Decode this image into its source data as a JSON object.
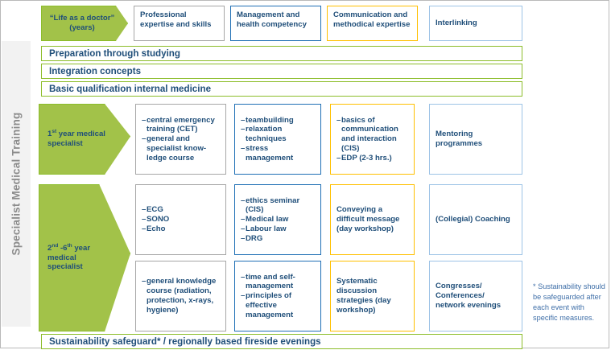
{
  "sidebar": {
    "label": "Specialist Medical Training"
  },
  "colors": {
    "green_fill": "#a2c249",
    "green_border": "#8cbd2a",
    "blue_text": "#1f4e79",
    "blue_border": "#1f6fb5",
    "gold_border": "#ffc000",
    "light_blue_border": "#9dc3e6",
    "grey_border": "#a6a6a6",
    "sidebar_bg": "#f2f2f2",
    "sidebar_text": "#8c8c8c"
  },
  "header": {
    "stage_label": "“Life as a doctor” (years)",
    "stage_line1": "“Life as a doctor”",
    "stage_line2": "(years)",
    "columns": [
      {
        "label": "Professional expertise and skills",
        "style": "grey"
      },
      {
        "label": "Management and health competency",
        "style": "blue"
      },
      {
        "label": "Communication and methodical expertise",
        "style": "gold"
      },
      {
        "label": "Interlinking",
        "style": "light-blue"
      }
    ]
  },
  "bars": [
    {
      "label": "Preparation through studying"
    },
    {
      "label": "Integration concepts"
    },
    {
      "label": "Basic qualification internal medicine"
    }
  ],
  "rows": [
    {
      "stage_html": "1<sup>st</sup> year medical specialist",
      "stage_text": "1st year medical specialist",
      "cells": [
        {
          "style": "grey",
          "items": [
            "central emergency training (CET)",
            "general and specialist know-ledge course"
          ]
        },
        {
          "style": "blue",
          "items": [
            "teambuilding",
            "relaxation techniques",
            "stress management"
          ]
        },
        {
          "style": "gold",
          "items": [
            "basics of communication and interaction (CIS)",
            "EDP (2-3 hrs.)"
          ]
        },
        {
          "style": "light-blue",
          "text": "Mentoring programmes"
        }
      ]
    },
    {
      "stage_html": "2<sup>nd</sup> -6<sup>th</sup> year medical specialist",
      "stage_text": "2nd -6th year medical specialist",
      "cells": [
        {
          "style": "grey",
          "items": [
            "ECG",
            "SONO",
            "Echo"
          ]
        },
        {
          "style": "blue",
          "items": [
            "ethics seminar (CIS)",
            "Medical law",
            "Labour law",
            "DRG"
          ]
        },
        {
          "style": "gold",
          "text": "Conveying a difficult message (day workshop)"
        },
        {
          "style": "light-blue",
          "text": "(Collegial) Coaching"
        }
      ]
    },
    {
      "stage_html": "",
      "stage_text": "",
      "cells": [
        {
          "style": "grey",
          "items": [
            "general knowledge course (radiation, protection, x-rays, hygiene)"
          ]
        },
        {
          "style": "blue",
          "items": [
            "time and self-management",
            "principles of effective management"
          ]
        },
        {
          "style": "gold",
          "text": "Systematic discussion strategies (day workshop)"
        },
        {
          "style": "light-blue",
          "text": "Congresses/ Conferences/ network evenings"
        }
      ]
    }
  ],
  "footer_bar": {
    "label": "Sustainability safeguard* / regionally based fireside evenings"
  },
  "footnote": {
    "text": "* Sustainability should be safeguarded after each event with specific measures."
  }
}
